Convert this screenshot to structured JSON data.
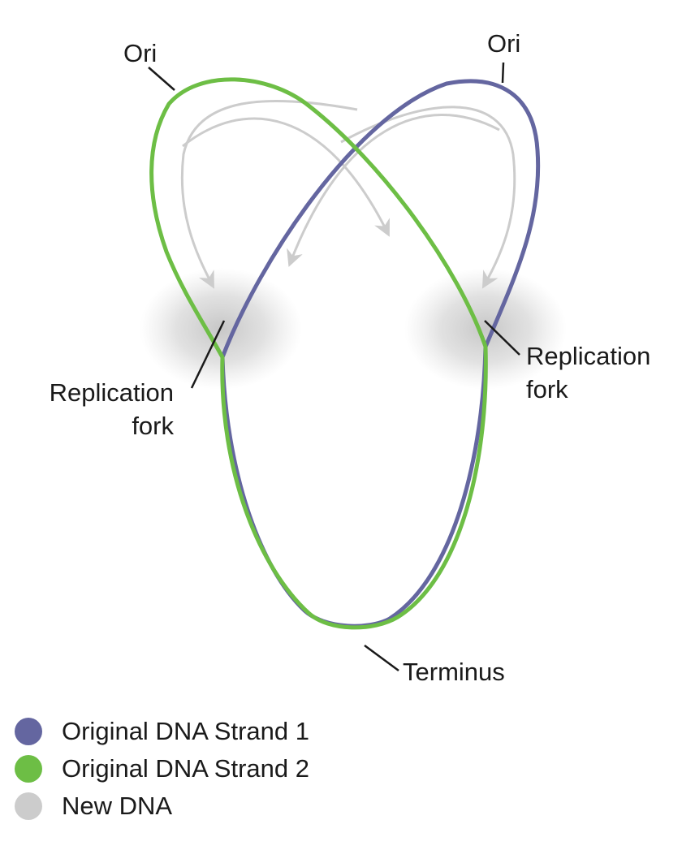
{
  "labels": {
    "ori_left": "Ori",
    "ori_right": "Ori",
    "fork_left_line1": "Replication",
    "fork_left_line2": "fork",
    "fork_right_line1": "Replication",
    "fork_right_line2": "fork",
    "terminus": "Terminus"
  },
  "legend": [
    {
      "label": "Original DNA Strand 1",
      "color": "#6466a0"
    },
    {
      "label": "Original DNA Strand 2",
      "color": "#6dbe45"
    },
    {
      "label": "New DNA",
      "color": "#cccccc"
    }
  ],
  "colors": {
    "strand1": "#6466a0",
    "strand2": "#6dbe45",
    "new_dna": "#cccccc",
    "fork_shadow": "#b4b4b4"
  }
}
